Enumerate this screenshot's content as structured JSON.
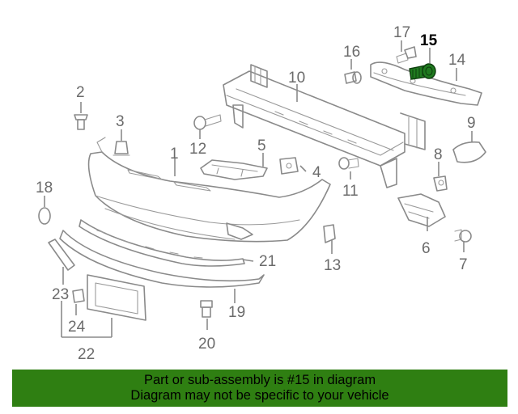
{
  "diagram": {
    "highlight_part": "15",
    "highlight_color": "#1f7a1f",
    "callouts": {
      "c1": "1",
      "c2": "2",
      "c3": "3",
      "c4": "4",
      "c5": "5",
      "c6": "6",
      "c7": "7",
      "c8": "8",
      "c9": "9",
      "c10": "10",
      "c11": "11",
      "c12": "12",
      "c13": "13",
      "c14": "14",
      "c15": "15",
      "c16": "16",
      "c17": "17",
      "c18": "18",
      "c19": "19",
      "c20": "20",
      "c21": "21",
      "c22": "22",
      "c23": "23",
      "c24": "24"
    }
  },
  "banner": {
    "line1": "Part or sub-assembly is #15 in diagram",
    "line2": "Diagram may not be specific to your vehicle",
    "background": "#2f7f12"
  }
}
